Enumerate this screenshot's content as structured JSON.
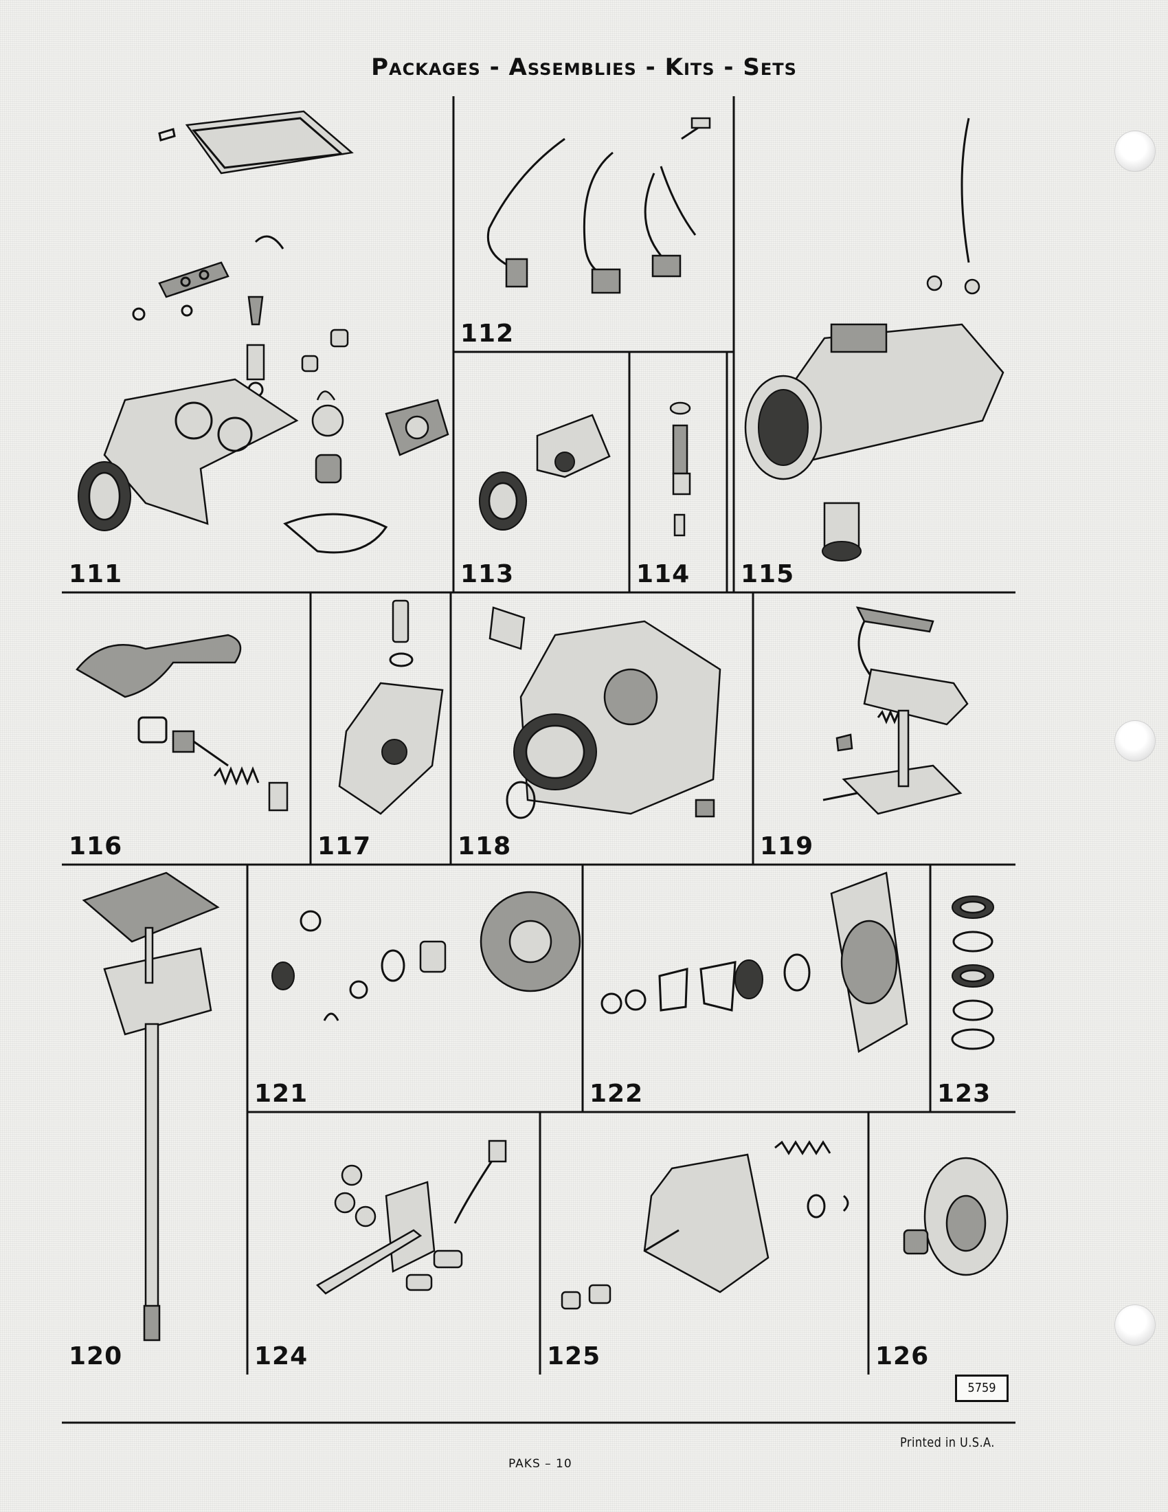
{
  "page": {
    "title": "Packages - Assemblies - Kits - Sets",
    "doc_number": "5759",
    "printed": "Printed in U.S.A.",
    "footer_code": "PAKS – 10"
  },
  "panels": [
    {
      "id": "p111",
      "label": "111",
      "icon": "carburetor-kit-exploded"
    },
    {
      "id": "p112",
      "label": "112",
      "icon": "wire-leads"
    },
    {
      "id": "p113",
      "label": "113",
      "icon": "bearing-and-housing"
    },
    {
      "id": "p114",
      "label": "114",
      "icon": "valve-assembly"
    },
    {
      "id": "p115",
      "label": "115",
      "icon": "housing-with-tube"
    },
    {
      "id": "p116",
      "label": "116",
      "icon": "handle-and-spring"
    },
    {
      "id": "p117",
      "label": "117",
      "icon": "bracket-housing"
    },
    {
      "id": "p118",
      "label": "118",
      "icon": "gear-housing"
    },
    {
      "id": "p119",
      "label": "119",
      "icon": "linkage-assembly"
    },
    {
      "id": "p120",
      "label": "120",
      "icon": "shaft-and-plate"
    },
    {
      "id": "p121",
      "label": "121",
      "icon": "flange-kit"
    },
    {
      "id": "p122",
      "label": "122",
      "icon": "end-plate-kit"
    },
    {
      "id": "p123",
      "label": "123",
      "icon": "seal-ring-set"
    },
    {
      "id": "p124",
      "label": "124",
      "icon": "bracket-bolt-kit"
    },
    {
      "id": "p125",
      "label": "125",
      "icon": "cover-and-spring"
    },
    {
      "id": "p126",
      "label": "126",
      "icon": "cap-and-bushing"
    }
  ]
}
